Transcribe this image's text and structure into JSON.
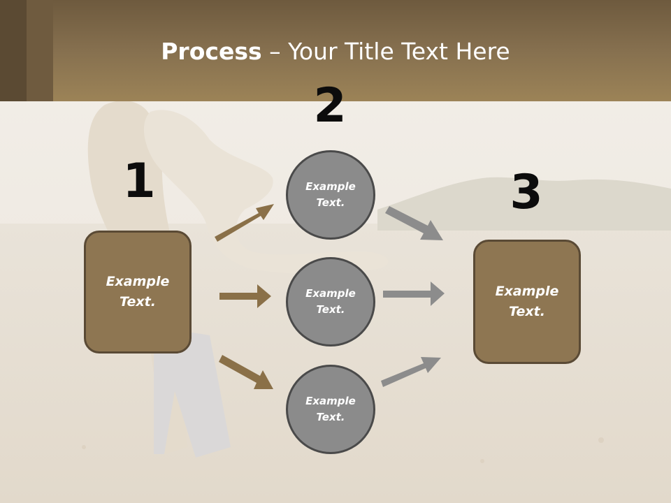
{
  "title": {
    "bold": "Process",
    "rest": " – Your Title Text Here"
  },
  "steps": [
    {
      "number": "1",
      "label": "Example\nText."
    },
    {
      "number": "2"
    },
    {
      "number": "3",
      "label": "Example\nText."
    }
  ],
  "circles": [
    {
      "label": "Example\nText."
    },
    {
      "label": "Example\nText."
    },
    {
      "label": "Example\nText."
    }
  ],
  "colors": {
    "brown_box": "#8e7652",
    "brown_arrow": "#8a7048",
    "gray_circle": "#8b8b8b",
    "gray_arrow": "#8c8c8c",
    "header": "#86704f"
  }
}
